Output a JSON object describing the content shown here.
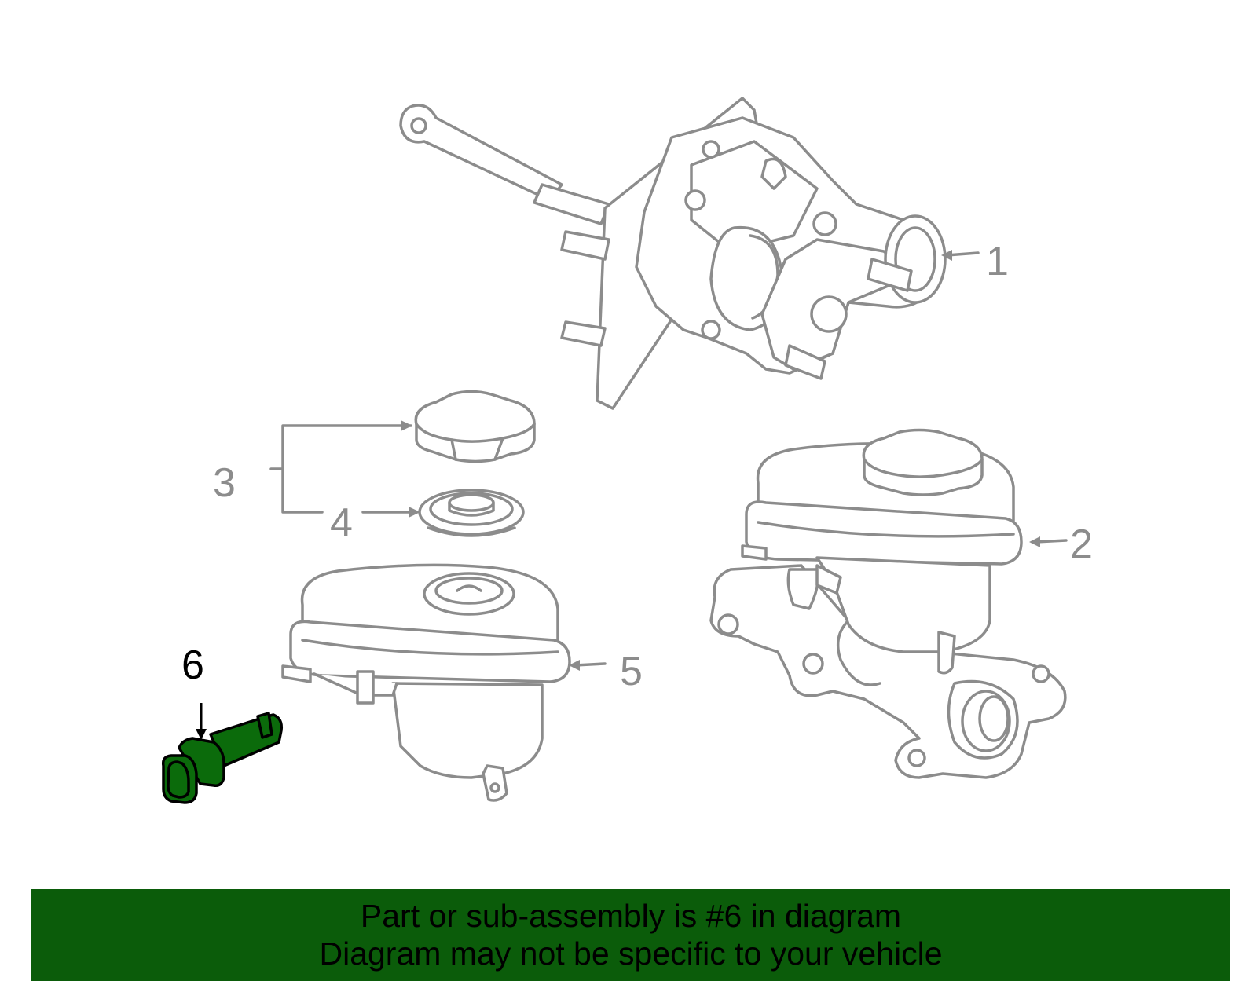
{
  "callouts": {
    "c1": "1",
    "c2": "2",
    "c3": "3",
    "c4": "4",
    "c5": "5",
    "c6": "6"
  },
  "highlight": {
    "part_number": "6",
    "color": "#0b6b0b"
  },
  "banner": {
    "line1": "Part or sub-assembly is #6 in diagram",
    "line2": "Diagram may not be specific to your vehicle",
    "background": "#0b5c0a"
  }
}
